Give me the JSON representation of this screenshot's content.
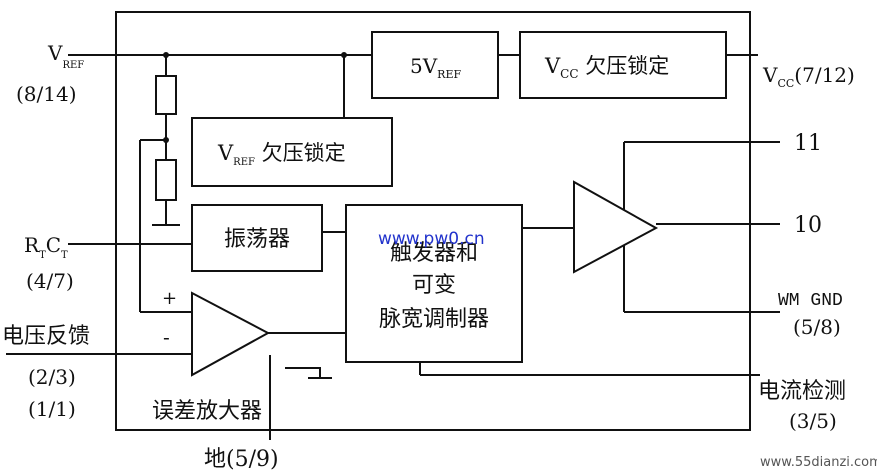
{
  "blocks": {
    "ref_5v": {
      "main": "5V",
      "sub": "REF"
    },
    "vcc_uvlo": {
      "main": "V",
      "sub": "CC",
      "tail": " 欠压锁定"
    },
    "vref_uvlo": {
      "main": "V",
      "sub": "REF",
      "tail": " 欠压锁定"
    },
    "oscillator": "振荡器",
    "pwm": [
      "触发器和",
      "可变",
      "脉宽调制器"
    ],
    "error_amp": "误差放大器"
  },
  "pins": {
    "vref": {
      "main": "V",
      "sub": "REF",
      "num": "(8/14)"
    },
    "vcc": {
      "main": "V",
      "sub": "CC",
      "num": "(7/12)"
    },
    "rtct": {
      "r": "R",
      "rsub": "T",
      "c": "C",
      "csub": "T",
      "num": "(4/7)"
    },
    "feedback": {
      "label": "电压反馈",
      "num1": "(2/3)",
      "num2": "(1/1)"
    },
    "out11": "11",
    "out10": "10",
    "wm_gnd": {
      "label": "WM GND",
      "num": "(5/8)"
    },
    "current_sense": {
      "label": "电流检测",
      "num": "(3/5)"
    },
    "ground": {
      "label": "地(5/9)"
    }
  },
  "amp_signs": {
    "plus": "+",
    "minus": "-"
  },
  "watermarks": {
    "center": "www.pw0.cn",
    "corner": "www.55dianzi.com"
  }
}
